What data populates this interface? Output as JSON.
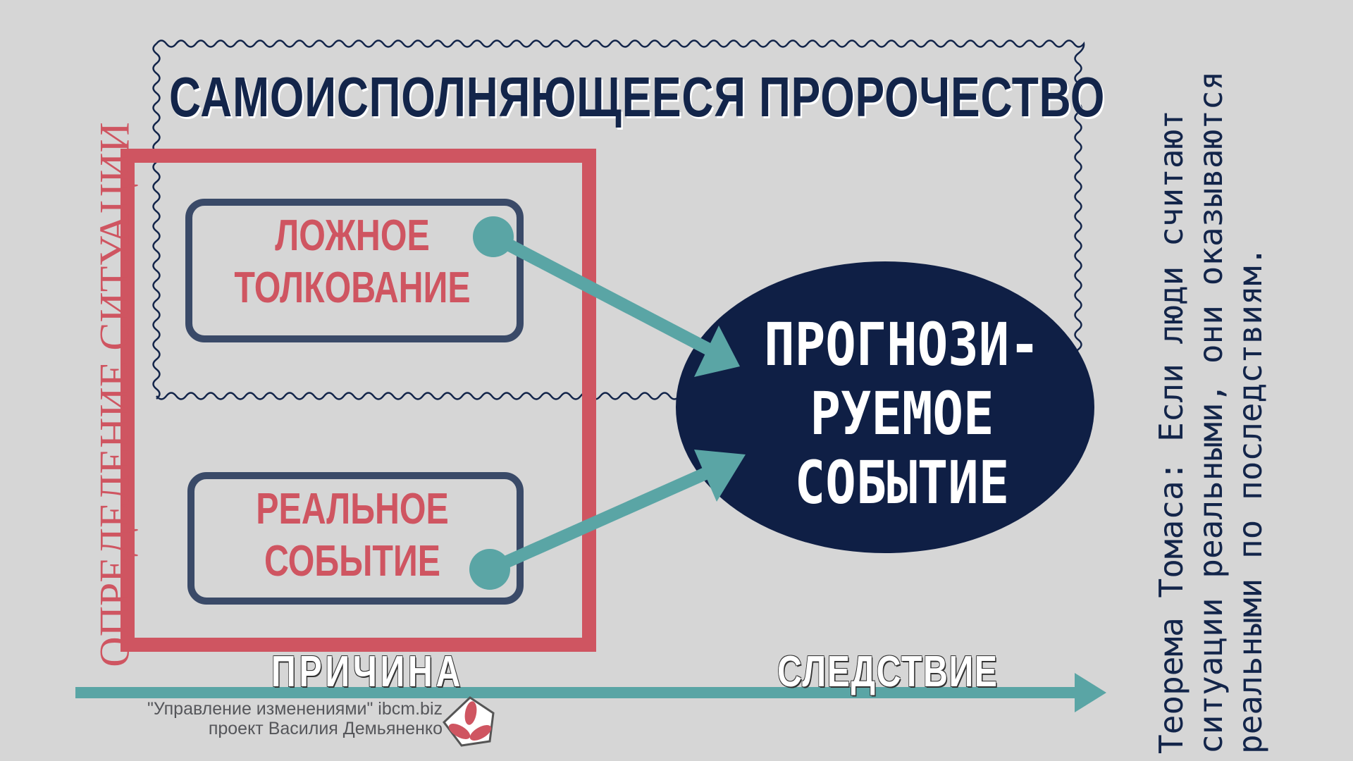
{
  "title": "САМОИСПОЛНЯЮЩЕЕСЯ ПРОРОЧЕСТВО",
  "left_vertical_label": "ОПРЕДЕЛЕНИЕ СИТУАЦИИ",
  "false_box": {
    "line1": "ЛОЖНОЕ",
    "line2": "ТОЛКОВАНИЕ"
  },
  "real_box": {
    "line1": "РЕАЛЬНОЕ",
    "line2": "СОБЫТИЕ"
  },
  "predicted_event": {
    "line1": "ПРОГНОЗИ-",
    "line2": "РУЕМОЕ",
    "line3": "СОБЫТИЕ"
  },
  "axis": {
    "cause": "ПРИЧИНА",
    "effect": "СЛЕДСТВИЕ"
  },
  "thomas_theorem": "Теорема Томаса: Если люди считают ситуации реальными, они оказываются реальными по последствиям.",
  "credits": {
    "line1": "\"Управление изменениями\" ibcm.biz",
    "line2": "проект Василия Демьяненко"
  },
  "colors": {
    "background": "#d6d6d6",
    "navy": "#13254a",
    "red": "#cf5561",
    "teal": "#5aa5a5",
    "box_border": "#3a4a68"
  }
}
